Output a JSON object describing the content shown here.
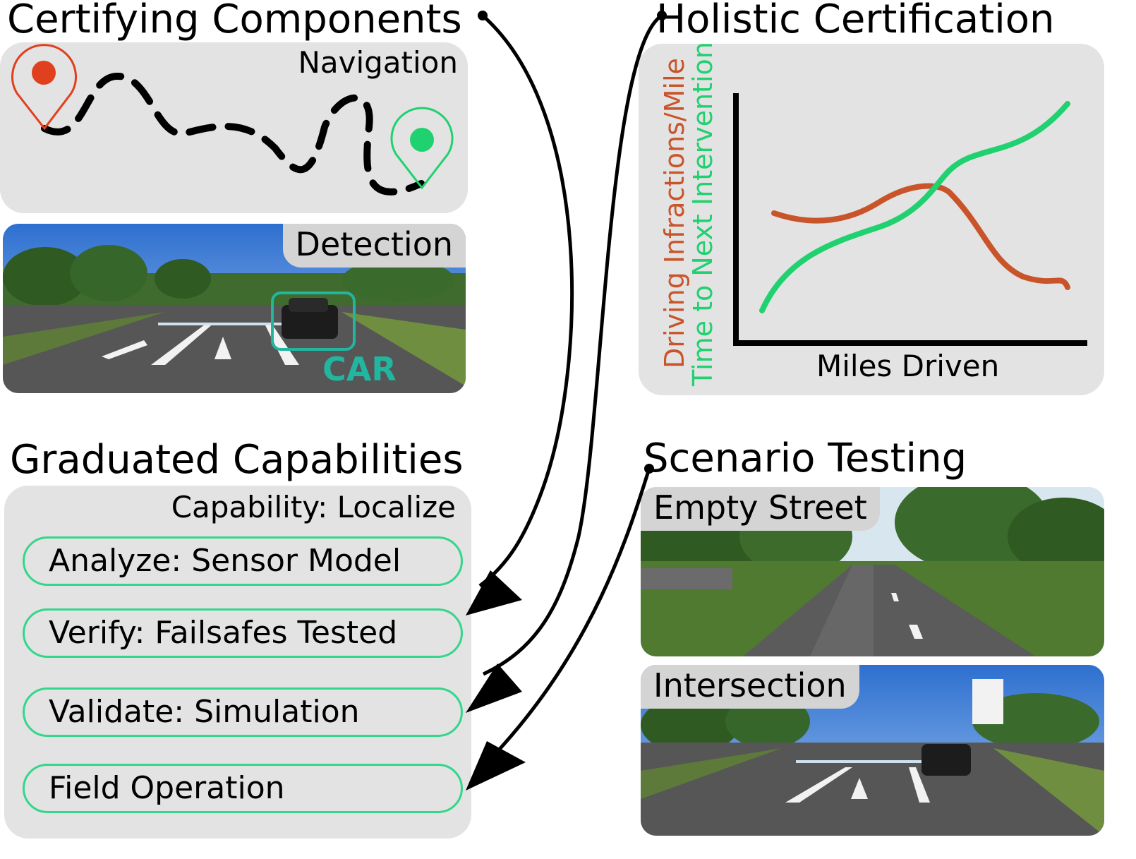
{
  "headings": {
    "certifying_components": "Certifying Components",
    "holistic_certification": "Holistic Certification",
    "graduated_capabilities": "Graduated Capabilities",
    "scenario_testing": "Scenario Testing"
  },
  "navigation": {
    "label": "Navigation"
  },
  "detection": {
    "label": "Detection",
    "box_label": "CAR"
  },
  "chart_data": {
    "type": "line",
    "title": "",
    "xlabel": "Miles Driven",
    "series": [
      {
        "name": "Driving Infractions/Mile",
        "color": "#c9542a"
      },
      {
        "name": "Time to Next Intervention",
        "color": "#1fd16f"
      }
    ],
    "axis_ticks": "none",
    "grid": false
  },
  "capabilities": {
    "title": "Capability: Localize",
    "items": [
      {
        "label": "Analyze: Sensor Model"
      },
      {
        "label": "Verify: Failsafes Tested"
      },
      {
        "label": "Validate: Simulation"
      },
      {
        "label": "Field Operation"
      }
    ]
  },
  "scenarios": {
    "items": [
      {
        "label": "Empty Street"
      },
      {
        "label": "Intersection"
      }
    ]
  },
  "colors": {
    "start_marker": "#e0401e",
    "end_marker": "#1fd16f",
    "pill_border": "#33d68a",
    "car_box": "#22b5a0"
  }
}
